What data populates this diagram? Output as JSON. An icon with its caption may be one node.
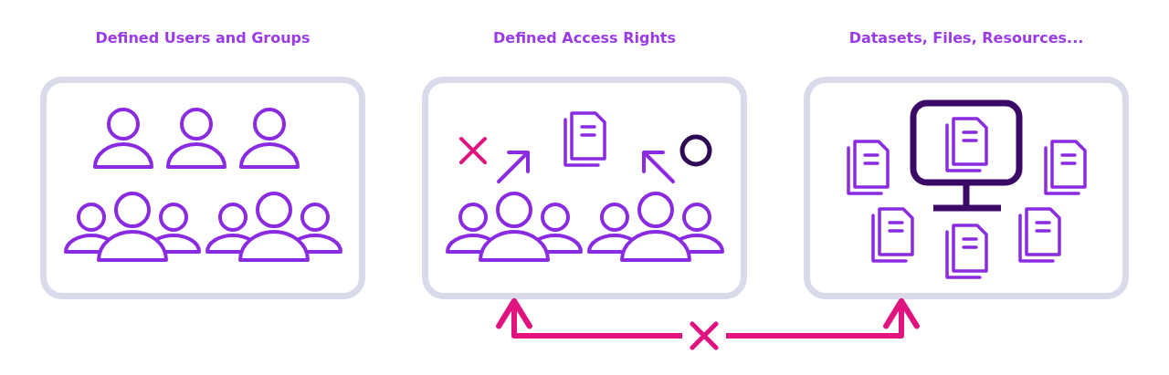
{
  "diagram": {
    "nodes": [
      {
        "text": [
          "Defined Users and Groups"
        ]
      },
      {
        "text": [
          "Defined Access Rights"
        ]
      },
      {
        "text": [
          "Datasets, Files, Resources..."
        ]
      }
    ],
    "edges": [
      {
        "from": 1,
        "to": 2,
        "arrow": "both"
      }
    ]
  }
}
